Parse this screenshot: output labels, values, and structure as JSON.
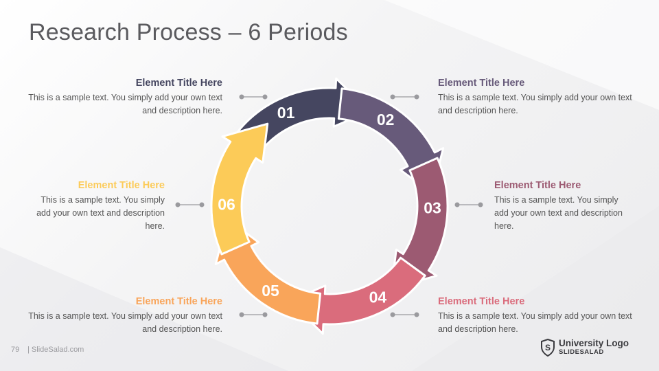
{
  "slide": {
    "title": "Research Process – 6 Periods",
    "page_number": "79",
    "site": "| SlideSalad.com"
  },
  "logo": {
    "line1": "University Logo",
    "line2": "SLIDESALAD",
    "icon": "shield-s-icon"
  },
  "steps": [
    {
      "number": "01",
      "title": "Element Title Here",
      "text": "This is a sample text. You simply add your own text and description here.",
      "color": "#454660"
    },
    {
      "number": "02",
      "title": "Element Title Here",
      "text": "This is a sample text. You simply add your own text and description here.",
      "color": "#675a7a"
    },
    {
      "number": "03",
      "title": "Element Title Here",
      "text": "This is a sample text. You simply add your own text and description here.",
      "color": "#9c5a72"
    },
    {
      "number": "04",
      "title": "Element Title Here",
      "text": "This is a sample text. You simply add your own text and description here.",
      "color": "#da6c7c"
    },
    {
      "number": "05",
      "title": "Element Title Here",
      "text": "This is a sample text. You simply add your own text and description here.",
      "color": "#f9a55a"
    },
    {
      "number": "06",
      "title": "Element Title Here",
      "text": "This is a sample text. You simply add your own text and description here.",
      "color": "#fccb58"
    }
  ],
  "colors": {
    "title_text": "#5a5a5e",
    "connector": "#9a9a9e"
  }
}
